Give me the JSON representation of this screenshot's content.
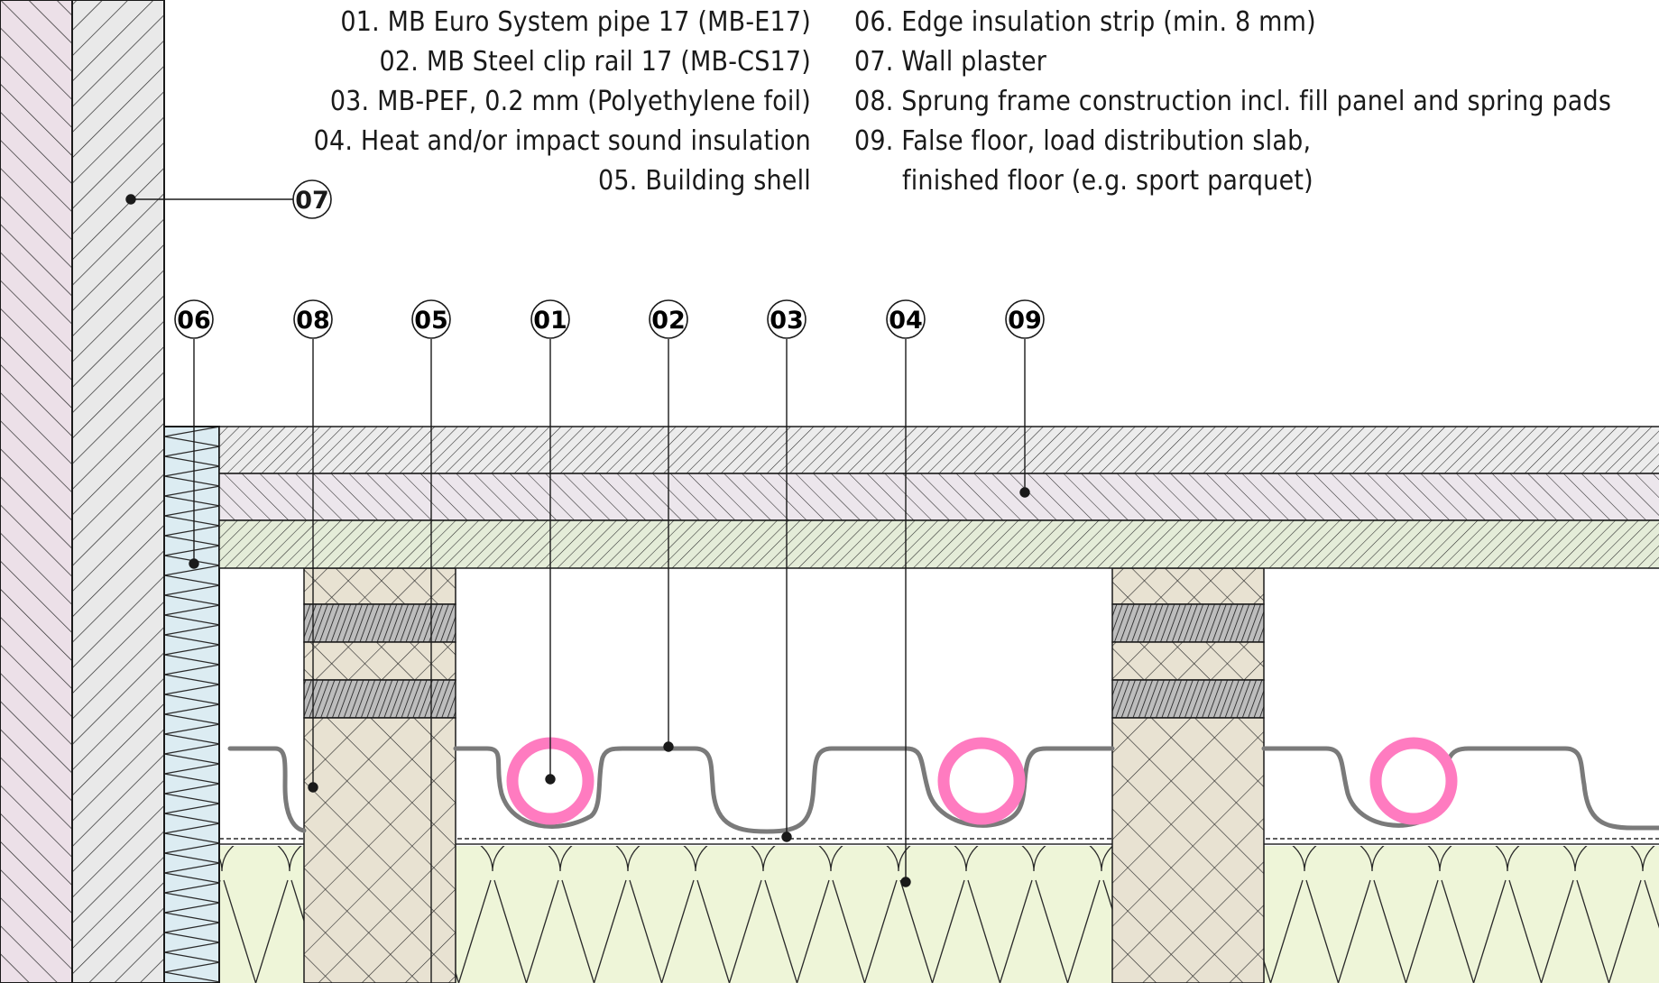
{
  "legend": {
    "left": [
      {
        "num": "01.",
        "text": "MB Euro System pipe 17 (MB-E17)"
      },
      {
        "num": "02.",
        "text": "MB Steel clip rail 17 (MB-CS17)"
      },
      {
        "num": "03.",
        "text": "MB-PEF, 0.2 mm (Polyethylene foil)"
      },
      {
        "num": "04.",
        "text": "Heat and/or impact sound insulation"
      },
      {
        "num": "05.",
        "text": "Building shell"
      }
    ],
    "right": [
      {
        "num": "06.",
        "text": "Edge insulation strip (min. 8 mm)"
      },
      {
        "num": "07.",
        "text": "Wall plaster"
      },
      {
        "num": "08.",
        "text": "Sprung frame construction incl. fill panel and spring pads"
      },
      {
        "num": "09.",
        "text": "False floor, load distribution slab,"
      },
      {
        "num": "",
        "text": "finished floor (e.g. sport parquet)"
      }
    ]
  },
  "callouts": [
    "06",
    "08",
    "05",
    "01",
    "02",
    "03",
    "04",
    "09"
  ],
  "wall_callout": "07",
  "colors": {
    "wall_pink": "#ece0e8",
    "plaster_grey": "#e9e9e9",
    "edge_strip_blue": "#dcecf2",
    "slab_top": "#ececec",
    "slab_mid": "#ece6ec",
    "slab_bottom": "#e4ecd8",
    "frame_beige": "#e8e2d2",
    "insulation_green": "#eef5d8",
    "pipe_pink": "#ff7bc0",
    "rail_grey": "#7a7a7a",
    "line_black": "#1a1a1a"
  }
}
